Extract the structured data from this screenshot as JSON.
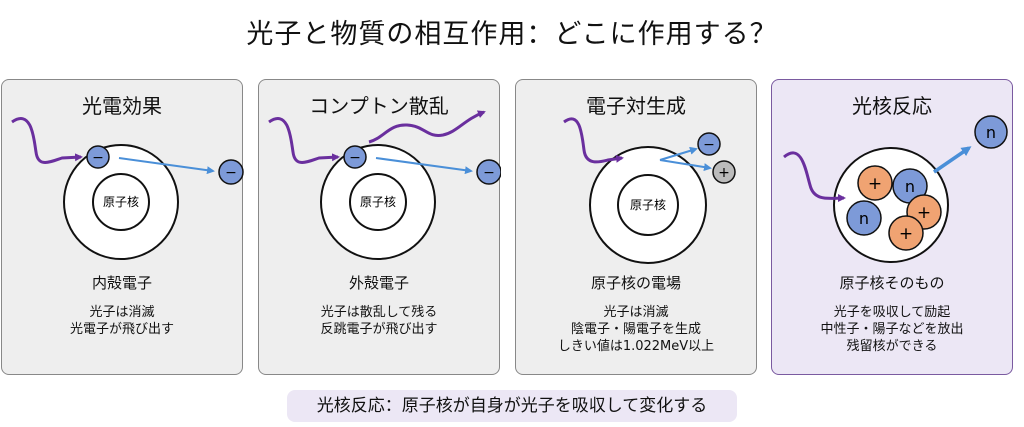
{
  "title": "光子と物質の相互作用：どこに作用する？",
  "labels": {
    "nucleus": "原子核",
    "electron": "−",
    "positron": "+",
    "proton": "+",
    "neutron": "n"
  },
  "panels": [
    {
      "title": "光電効果",
      "region": "内殻電子",
      "desc": [
        "光子は消滅",
        "光電子が飛び出す"
      ]
    },
    {
      "title": "コンプトン散乱",
      "region": "外殻電子",
      "desc": [
        "光子は散乱して残る",
        "反跳電子が飛び出す"
      ]
    },
    {
      "title": "電子対生成",
      "region": "原子核の電場",
      "desc": [
        "光子は消滅",
        "陰電子・陽電子を生成",
        "しきい値は1.022MeV以上"
      ]
    },
    {
      "title": "光核反応",
      "region": "原子核そのもの",
      "desc": [
        "光子を吸収して励起",
        "中性子・陽子などを放出",
        "残留核ができる"
      ]
    }
  ],
  "footer": "光核反応：原子核が自身が光子を吸収して変化する",
  "colors": {
    "photon": "#6a2f9e",
    "electron_fill": "#7d9ad8",
    "positron_fill": "#bbbbbb",
    "proton_fill": "#f0a372",
    "path": "#4a8fd8",
    "highlight_bg": "#ece7f5"
  }
}
